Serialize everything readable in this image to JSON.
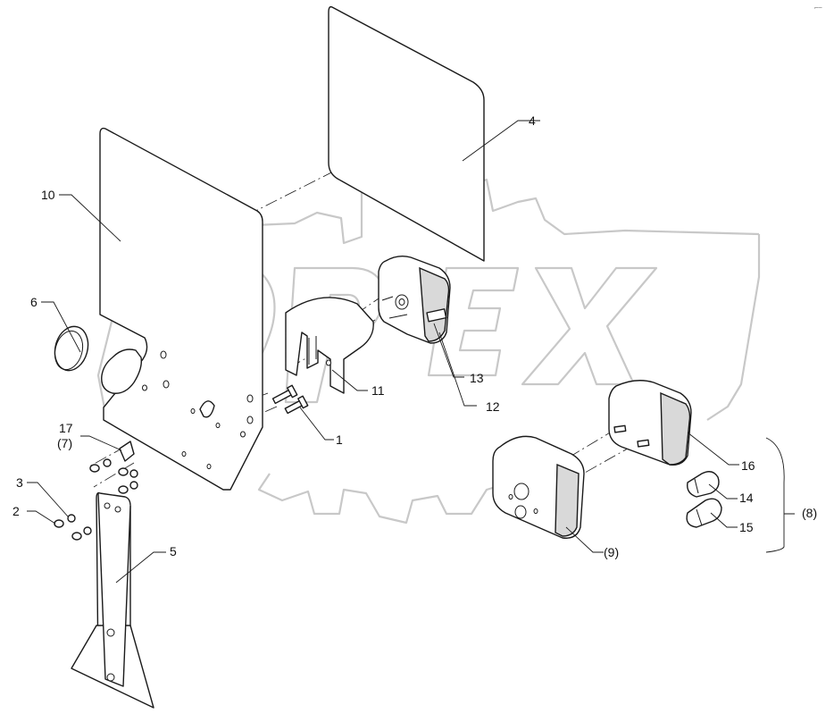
{
  "diagram": {
    "corner_mark": "⌐─",
    "colors": {
      "line": "#1a1a1a",
      "watermark": "#c8c8c8",
      "background": "#ffffff"
    },
    "watermark": {
      "text": "OPEX"
    },
    "callouts": [
      {
        "id": "1",
        "text": "1"
      },
      {
        "id": "2",
        "text": "2"
      },
      {
        "id": "3",
        "text": "3"
      },
      {
        "id": "4",
        "text": "4"
      },
      {
        "id": "5",
        "text": "5"
      },
      {
        "id": "6",
        "text": "6"
      },
      {
        "id": "7",
        "text": "(7)"
      },
      {
        "id": "8",
        "text": "(8)"
      },
      {
        "id": "9",
        "text": "(9)"
      },
      {
        "id": "10",
        "text": "10"
      },
      {
        "id": "11",
        "text": "11"
      },
      {
        "id": "12",
        "text": "12"
      },
      {
        "id": "13",
        "text": "13"
      },
      {
        "id": "14",
        "text": "14"
      },
      {
        "id": "15",
        "text": "15"
      },
      {
        "id": "16",
        "text": "16"
      },
      {
        "id": "17",
        "text": "17"
      }
    ]
  }
}
